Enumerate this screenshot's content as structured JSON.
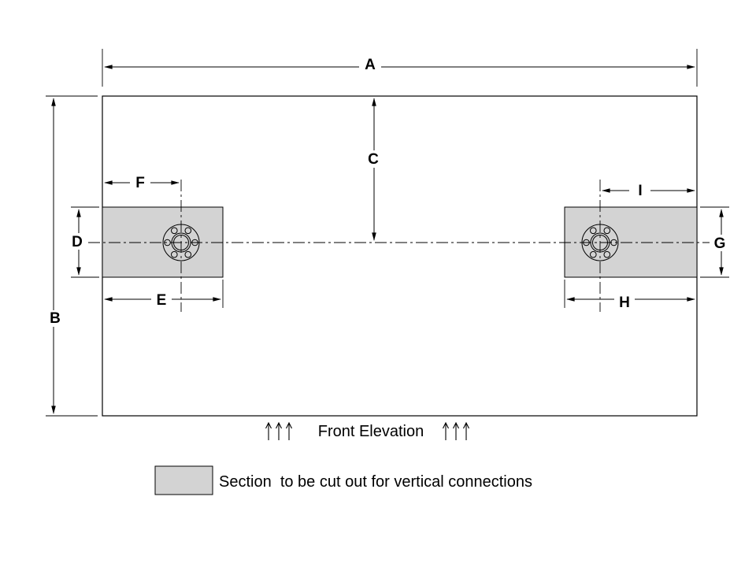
{
  "diagram": {
    "view_title": "Front Elevation",
    "legend_text": "Section  to be cut out for vertical connections",
    "dimension_labels": {
      "A": "A",
      "B": "B",
      "C": "C",
      "D": "D",
      "E": "E",
      "F": "F",
      "G": "G",
      "H": "H",
      "I": "I"
    },
    "colors": {
      "line": "#000000",
      "cutout_fill": "#d3d3d3",
      "background": "#ffffff"
    }
  }
}
